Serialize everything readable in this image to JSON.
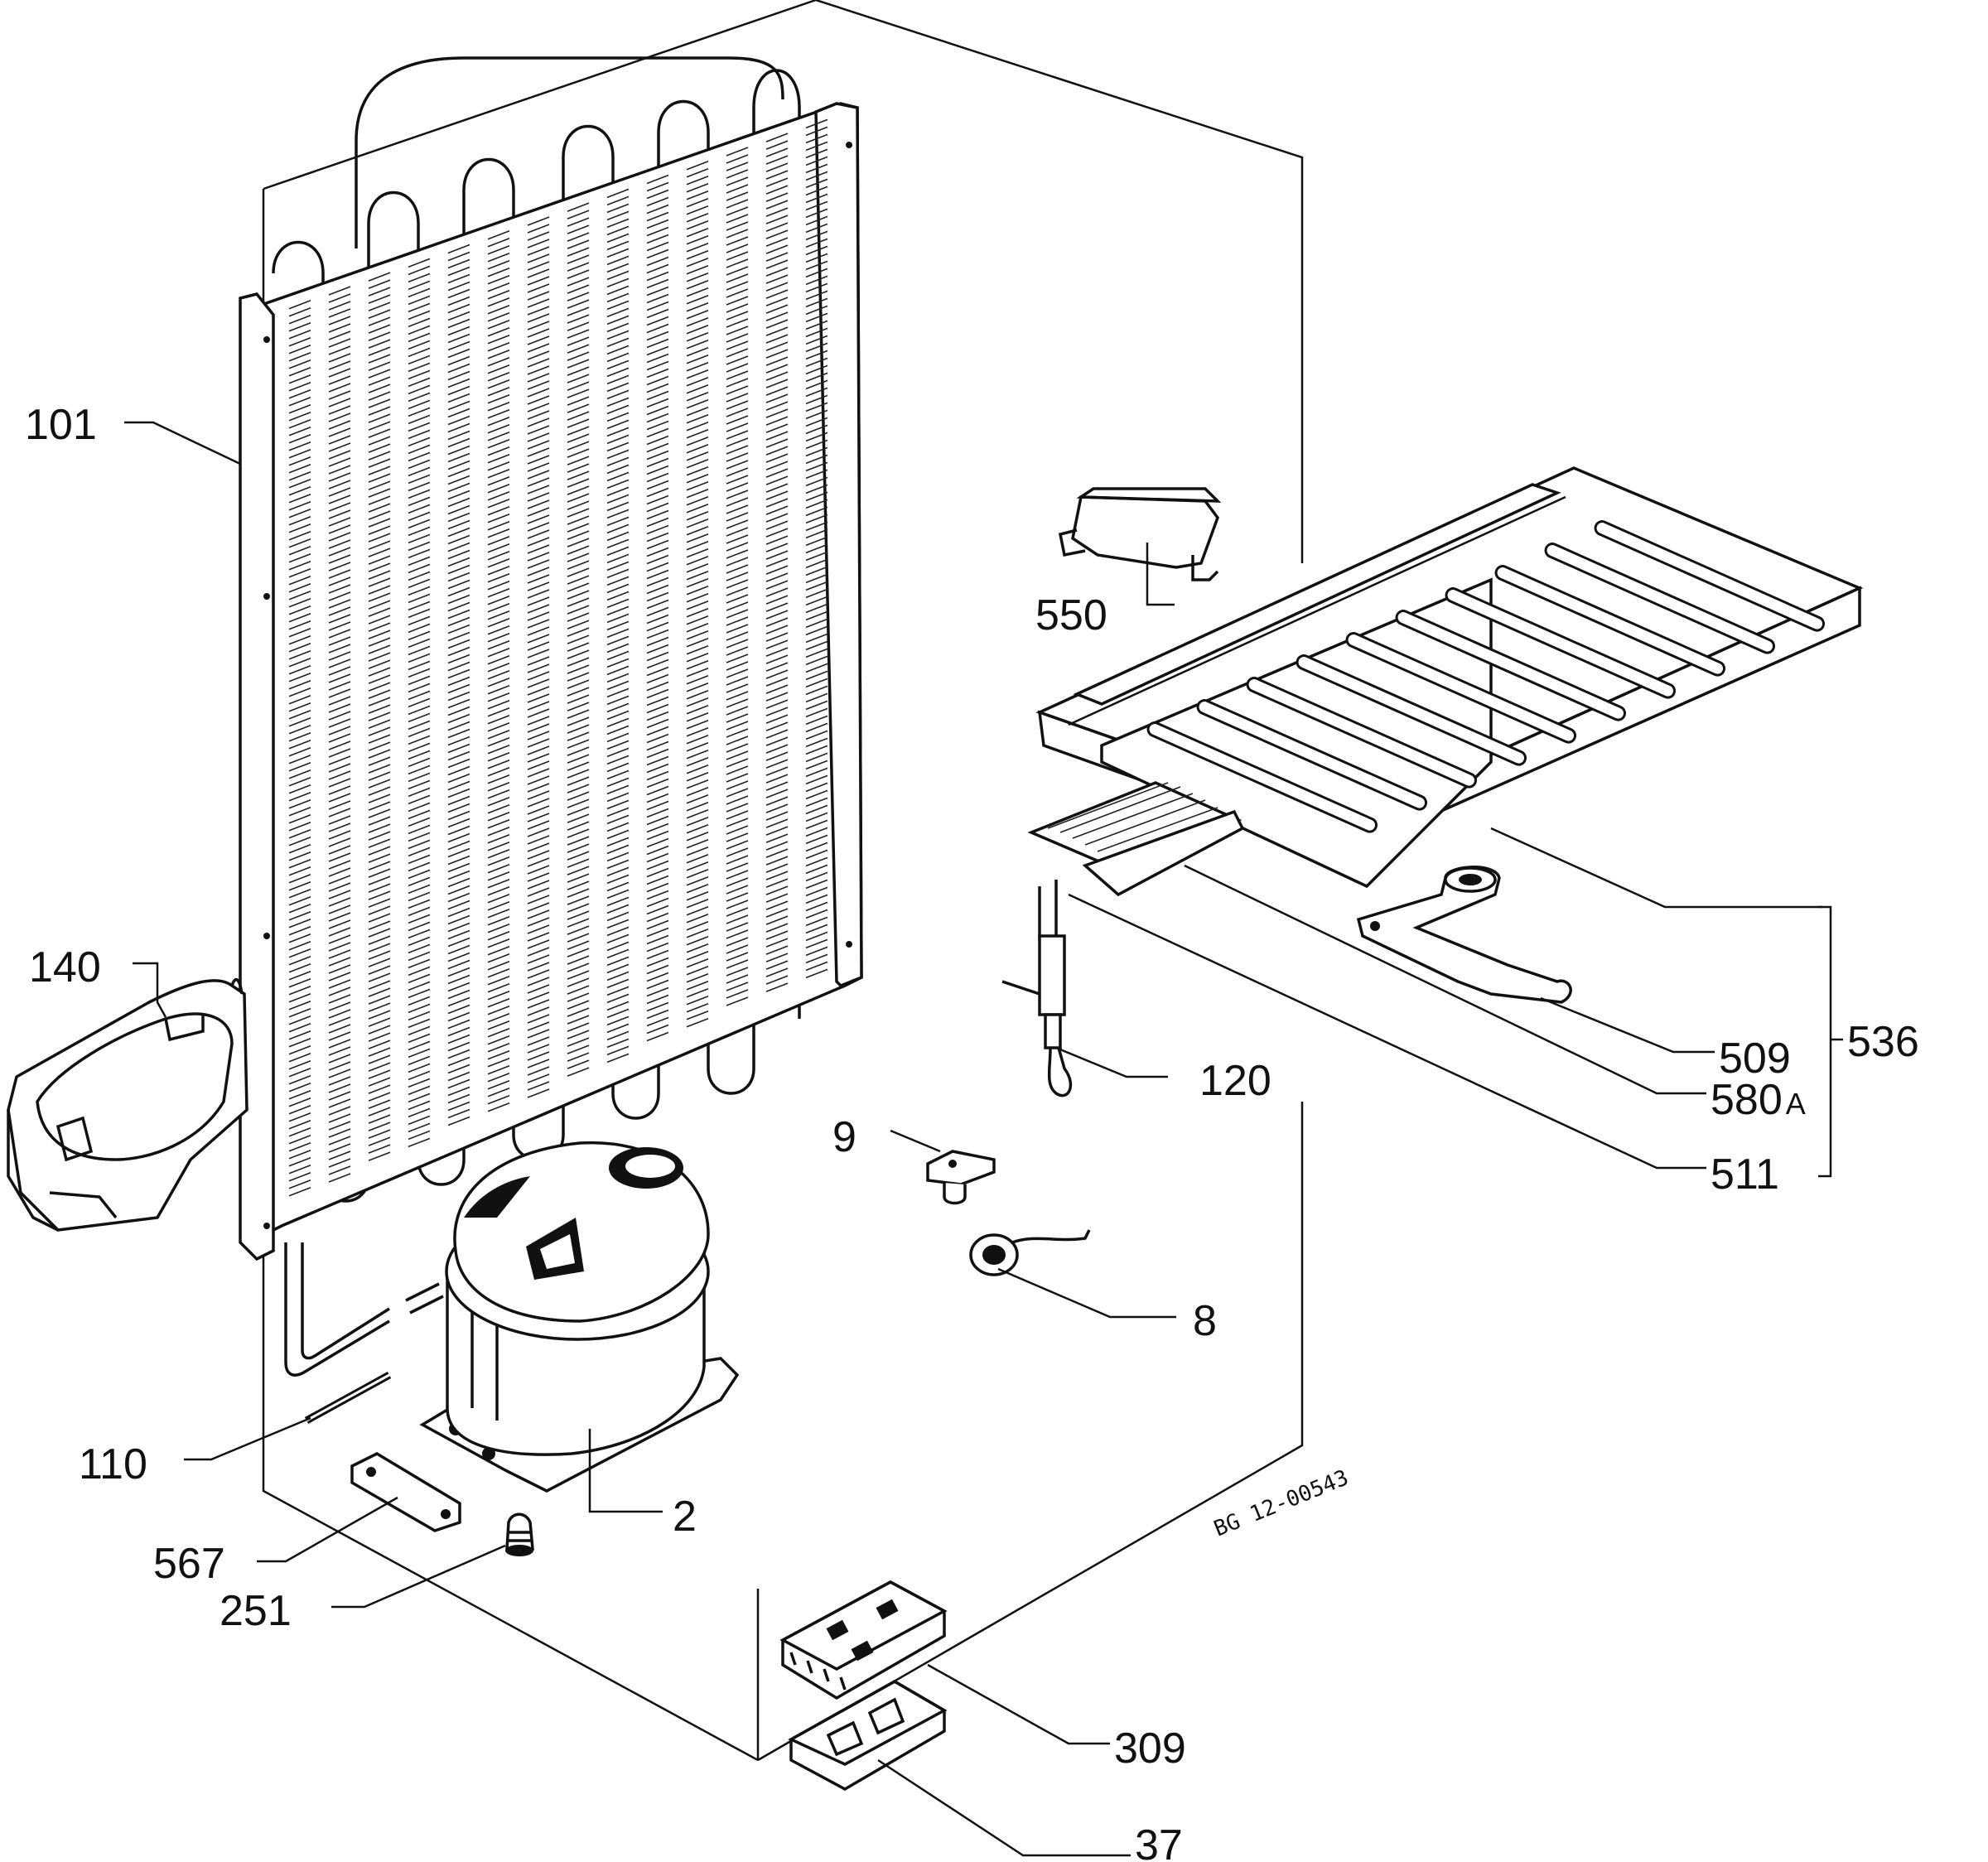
{
  "drawing_code": "BG 12-00543",
  "callouts": {
    "p101": "101",
    "p140": "140",
    "p110": "110",
    "p567": "567",
    "p251": "251",
    "p2": "2",
    "p550": "550",
    "p120": "120",
    "p9": "9",
    "p8": "8",
    "p509": "509",
    "p580a_num": "580",
    "p580a_suffix": "A",
    "p511": "511",
    "p536": "536",
    "p309": "309",
    "p37": "37"
  },
  "colors": {
    "ink": "#111111",
    "paper": "#ffffff"
  }
}
